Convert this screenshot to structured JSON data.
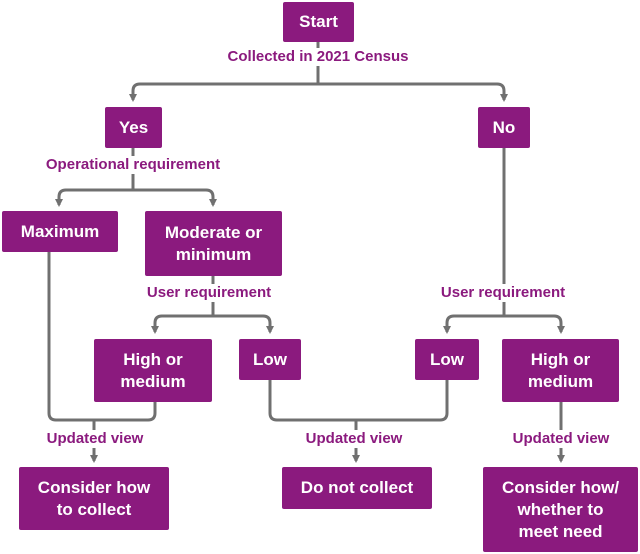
{
  "colors": {
    "box_fill": "#8b1a7e",
    "box_text": "#ffffff",
    "label_text": "#8b1a7e",
    "connector": "#707070"
  },
  "nodes": {
    "start": "Start",
    "yes": "Yes",
    "no": "No",
    "maximum": "Maximum",
    "moderate_minimum": "Moderate or\nminimum",
    "high_medium_left": "High or\nmedium",
    "low_left": "Low",
    "low_right": "Low",
    "high_medium_right": "High or\nmedium",
    "consider_collect": "Consider how\nto collect",
    "do_not_collect": "Do not collect",
    "consider_meet_need": "Consider how/\nwhether to\nmeet need"
  },
  "edge_labels": {
    "collected_2021": "Collected in 2021 Census",
    "operational_requirement": "Operational requirement",
    "user_requirement_left": "User requirement",
    "user_requirement_right": "User requirement",
    "updated_view_left": "Updated view",
    "updated_view_middle": "Updated view",
    "updated_view_right": "Updated view"
  }
}
